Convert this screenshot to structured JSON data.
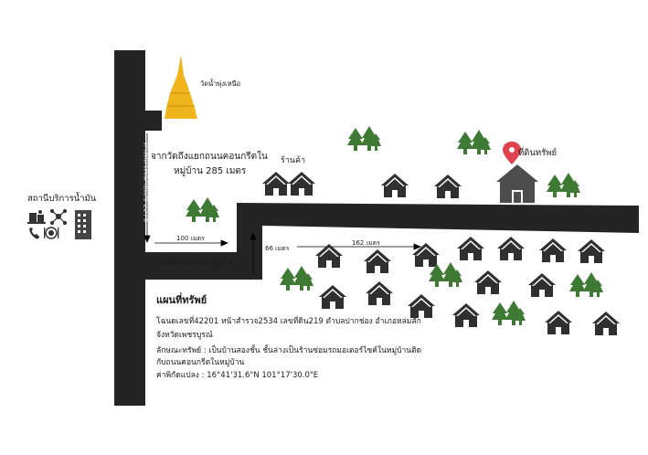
{
  "map": {
    "roads": {
      "highway_label": "ทางหลวงหมายเลข 2275",
      "local_road_label": "ถนนคอนกรีตในหมู่บ้าน"
    },
    "landmarks": {
      "temple": "วัดน้ำพุ่งเหนือ",
      "shop": "ร้านค้า",
      "property": "ที่ดินทรัพย์",
      "gas_station": "สถานีบริการน้ำมัน"
    },
    "directions": {
      "line1": "จากวัดถึงแยกถนนคอนกรีตใน",
      "line2": "หมู่บ้าน 285 เมตร"
    },
    "distances": {
      "segment_a": "100 เมตร",
      "segment_b": "66 เมตร",
      "segment_c": "162 เมตร"
    }
  },
  "info": {
    "title": "แผนที่ทรัพย์",
    "line1": "โฉนดเลขที่42201 หน้าสำรวจ2534 เลขที่ดิน219 ตำบลปากช่อง อำเภอหล่มสัก",
    "line2": "จังหวัดเพชรบูรณ์",
    "line3": "ลักษณะทรัพย์ : เป็นบ้านสองชั้น ชั้นล่างเป็นร้านซ่อมรถมอเตอร์ไซค์ในหมู่บ้านติด",
    "line4": "กับถนนคอนกรีตในหมู่บ้าน",
    "line5": "ค่าพิกัดแปลง : 16°41'31.6\"N 101°17'30.0\"E"
  },
  "colors": {
    "road": "#242424",
    "temple": "#f0b41c",
    "pin": "#e0424e",
    "tree": "#3f7a35",
    "house": "#303030"
  },
  "icons": [
    "gas-pump-icon",
    "network-icon",
    "building-icon",
    "phone-icon",
    "restaurant-icon",
    "house-icon",
    "tree-icon",
    "location-pin-icon",
    "temple-icon"
  ]
}
